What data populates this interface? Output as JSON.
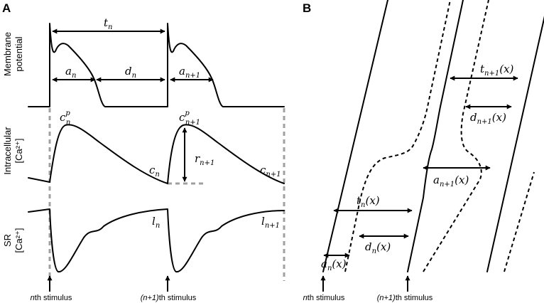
{
  "panel_a": {
    "label": "A",
    "row_labels": {
      "membrane": [
        "Membrane",
        "potential"
      ],
      "intracellular": [
        "Intracellular",
        "[Ca²⁺]"
      ],
      "sr": [
        "SR",
        "[Ca²⁺]"
      ]
    },
    "symbols": {
      "t_n": {
        "base": "t",
        "sub": "n"
      },
      "a_n": {
        "base": "a",
        "sub": "n"
      },
      "d_n": {
        "base": "d",
        "sub": "n"
      },
      "a_n1": {
        "base": "a",
        "sub": "n+1"
      },
      "cp_n": {
        "base": "c",
        "sup": "p",
        "sub": "n"
      },
      "cp_n1": {
        "base": "c",
        "sup": "p",
        "sub": "n+1"
      },
      "r_n1": {
        "base": "r",
        "sub": "n+1"
      },
      "c_n": {
        "base": "c",
        "sub": "n"
      },
      "c_n1": {
        "base": "c",
        "sub": "n+1"
      },
      "l_n": {
        "base": "l",
        "sub": "n"
      },
      "l_n1": {
        "base": "l",
        "sub": "n+1"
      }
    },
    "stimulus_labels": [
      {
        "italic": "n",
        "rest": "th stimulus"
      },
      {
        "italic": "(n+1)",
        "rest": "th stimulus"
      }
    ]
  },
  "panel_b": {
    "label": "B",
    "symbols": {
      "t_n1_x": {
        "base": "t",
        "sub": "n+1",
        "arg": "(x)"
      },
      "d_n1_x": {
        "base": "d",
        "sub": "n+1",
        "arg": "(x)"
      },
      "a_n1_x": {
        "base": "a",
        "sub": "n+1",
        "arg": "(x)"
      },
      "t_n_x": {
        "base": "t",
        "sub": "n",
        "arg": "(x)"
      },
      "d_n_x": {
        "base": "d",
        "sub": "n",
        "arg": "(x)"
      },
      "a_n_x": {
        "base": "a",
        "sub": "n",
        "arg": "(x)"
      }
    },
    "stimulus_labels": [
      {
        "italic": "n",
        "rest": "th stimulus"
      },
      {
        "italic": "(n+1)",
        "rest": "th stimulus"
      }
    ]
  },
  "colors": {
    "ink": "#000000",
    "guide": "#a0a0a0",
    "background": "#ffffff"
  }
}
